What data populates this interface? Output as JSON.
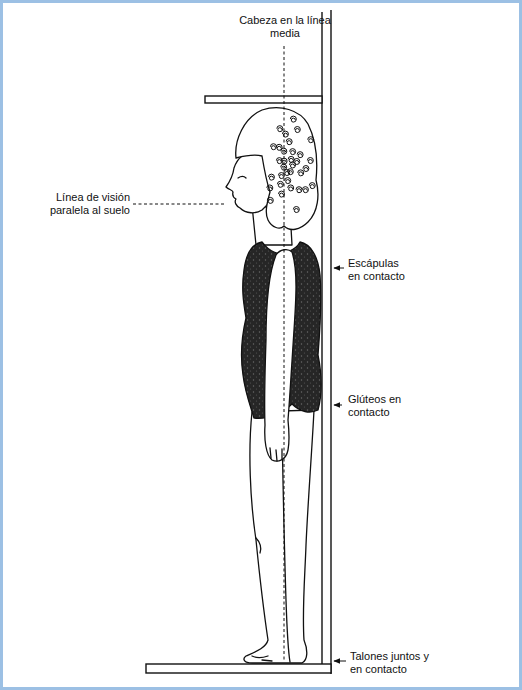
{
  "diagram": {
    "labels": [
      "Cabeza en la línea media",
      "Línea de visión paralela al suelo",
      "Escápulas en contacto",
      "Glúteos en contacto",
      "Talones juntos y en contacto"
    ]
  }
}
